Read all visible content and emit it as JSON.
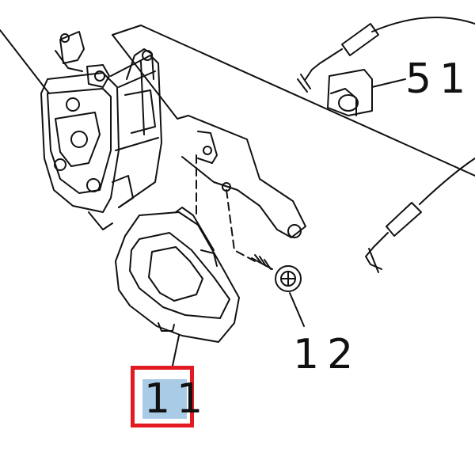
{
  "diagram": {
    "callouts": [
      {
        "id": "51",
        "label": "51"
      },
      {
        "id": "12",
        "label": "12"
      },
      {
        "id": "11",
        "label": "11",
        "highlighted": true
      }
    ],
    "colors": {
      "line": "#111111",
      "highlight_box": "#e21a22",
      "highlight_fill": "#a9cbe6"
    }
  }
}
